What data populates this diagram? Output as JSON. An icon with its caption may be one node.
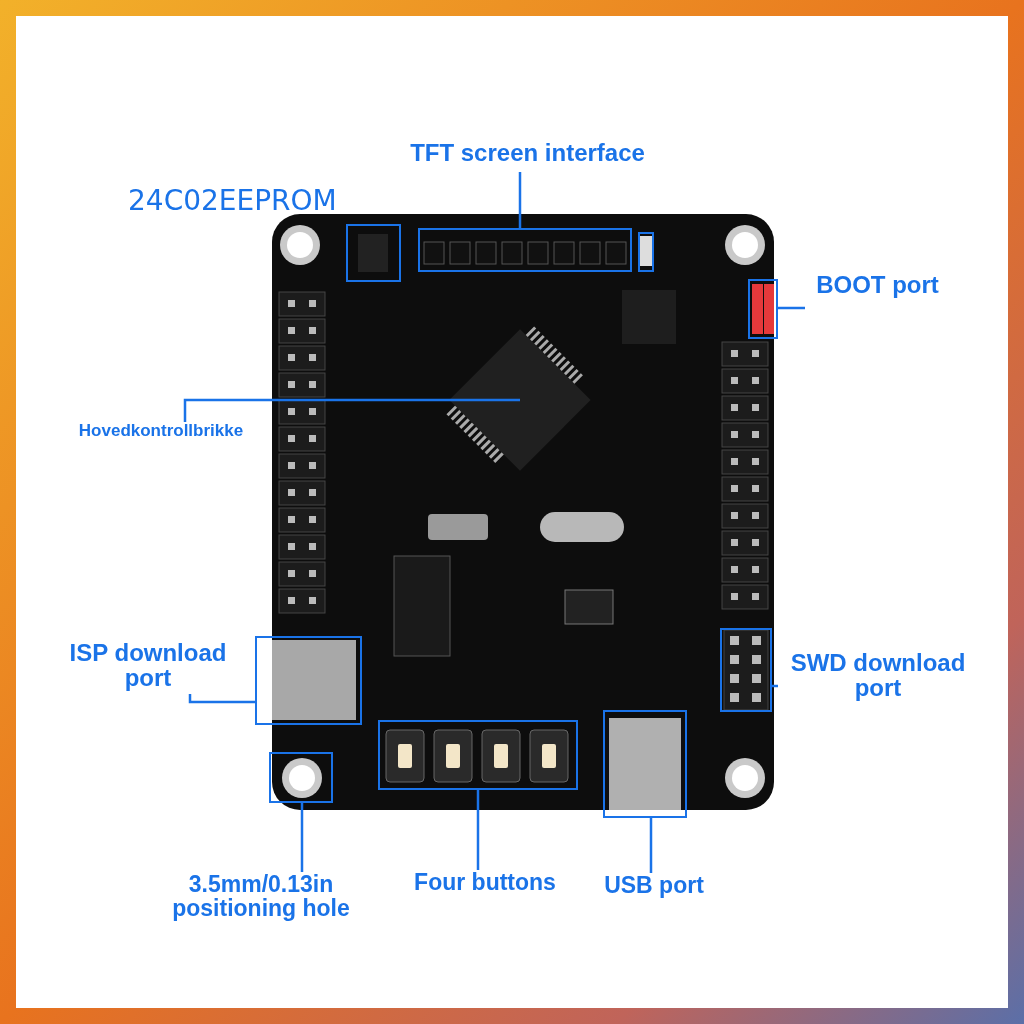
{
  "diagram": {
    "nodes": [
      {
        "text": [
          "TFT screen interface"
        ]
      },
      {
        "text": [],
        "shape": "box"
      },
      {
        "text": [],
        "shape": "box"
      },
      {
        "text": [],
        "shape": "box"
      },
      {
        "text": [
          "BOOT port"
        ]
      },
      {
        "text": [],
        "shape": "box"
      },
      {
        "text": [
          "Hovedkontrollbrikke"
        ]
      },
      {
        "text": [
          "ISP download port"
        ]
      },
      {
        "text": [],
        "shape": "box"
      },
      {
        "text": [
          "SWD download port"
        ]
      },
      {
        "text": [],
        "shape": "box"
      },
      {
        "text": [],
        "shape": "box"
      },
      {
        "text": [
          "3.5mm/0.13in positioning hole"
        ]
      },
      {
        "text": [],
        "shape": "box"
      },
      {
        "text": [
          "Four buttons"
        ]
      },
      {
        "text": [],
        "shape": "box"
      },
      {
        "text": [
          "USB port"
        ]
      }
    ],
    "edges": [
      {
        "from": 0,
        "to": 1,
        "arrow": "none"
      },
      {
        "from": 4,
        "to": 5,
        "arrow": "none"
      },
      {
        "from": 6,
        "to": null,
        "arrow": "none"
      },
      {
        "from": 7,
        "to": 8,
        "arrow": "none"
      },
      {
        "from": 9,
        "to": 10,
        "arrow": "none"
      },
      {
        "from": 12,
        "to": 11,
        "arrow": "none"
      },
      {
        "from": 14,
        "to": 13,
        "arrow": "none"
      },
      {
        "from": 16,
        "to": 15,
        "arrow": "none"
      }
    ],
    "labels": [
      "24C02EEPROM"
    ]
  }
}
